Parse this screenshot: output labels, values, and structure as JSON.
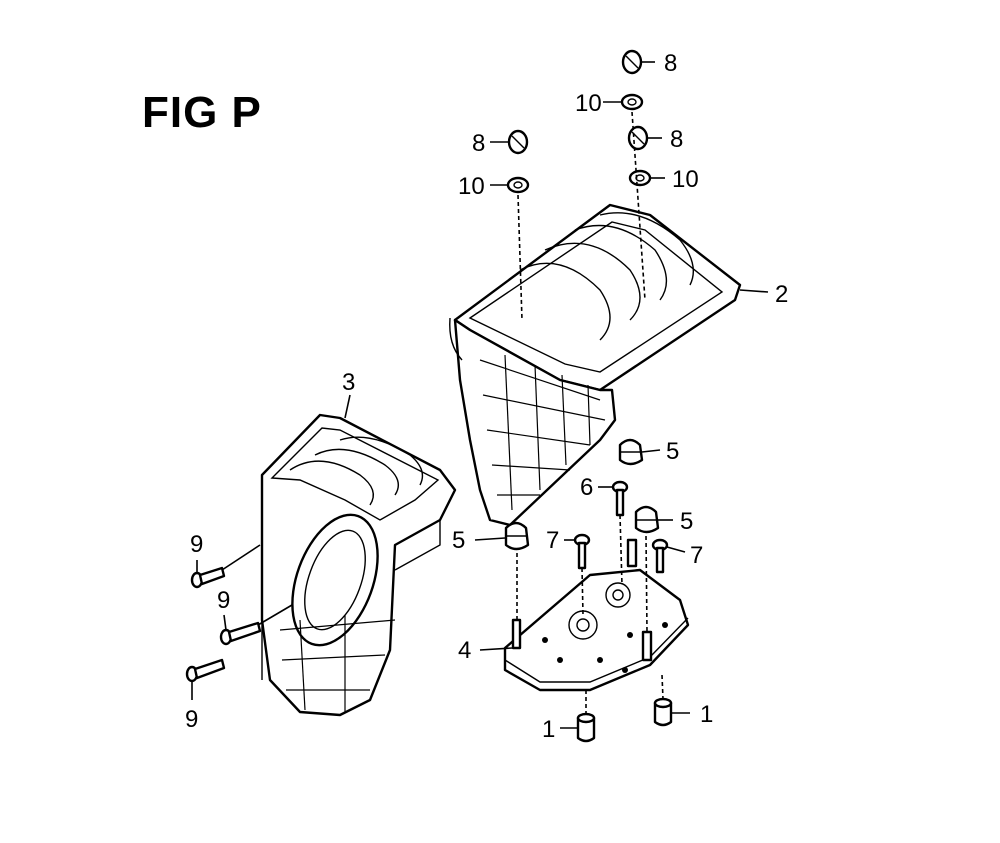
{
  "figure": {
    "title": "FIG P"
  },
  "callouts": [
    "1",
    "1",
    "2",
    "3",
    "4",
    "5",
    "5",
    "5",
    "6",
    "7",
    "7",
    "8",
    "8",
    "8",
    "9",
    "9",
    "9",
    "10",
    "10",
    "10"
  ],
  "colors": {
    "ink": "#000000",
    "paper": "#ffffff"
  }
}
